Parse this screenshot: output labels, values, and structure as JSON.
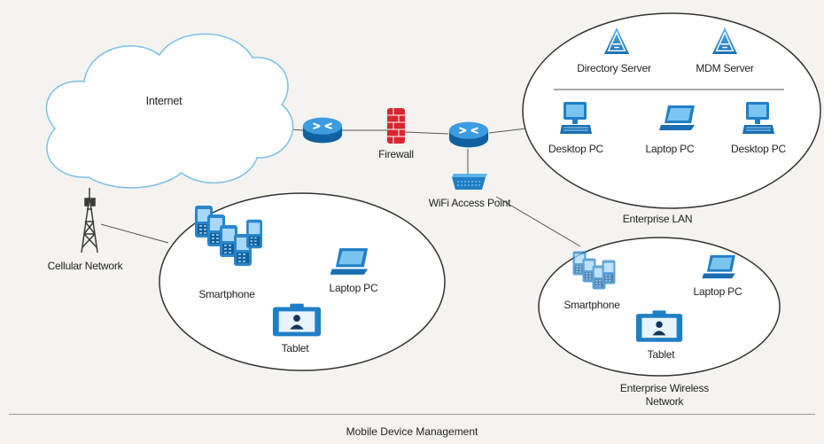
{
  "labels": {
    "internet": "Internet",
    "firewall": "Firewall",
    "wifi_ap": "WiFi Access Point",
    "cellular": "Cellular Network",
    "directory_server": "Directory Server",
    "mdm_server": "MDM Server",
    "lan_desktop_1": "Desktop PC",
    "lan_laptop": "Laptop PC",
    "lan_desktop_2": "Desktop PC",
    "enterprise_lan": "Enterprise LAN",
    "cell_smartphone": "Smartphone",
    "cell_laptop": "Laptop PC",
    "cell_tablet": "Tablet",
    "wl_smartphone": "Smartphone",
    "wl_laptop": "Laptop PC",
    "wl_tablet": "Tablet",
    "enterprise_wireless": "Enterprise Wireless\nNetwork"
  },
  "caption": "Mobile Device Management",
  "colors": {
    "device_blue": "#1f7fc6",
    "device_dark": "#0f5f9e",
    "firewall_red": "#d8262e",
    "cloud_edge": "#7cc0e6"
  },
  "icons": [
    "cloud-icon",
    "router-icon",
    "firewall-icon",
    "access-point-icon",
    "cell-tower-icon",
    "server-icon",
    "desktop-icon",
    "laptop-icon",
    "smartphone-icon",
    "tablet-icon"
  ]
}
